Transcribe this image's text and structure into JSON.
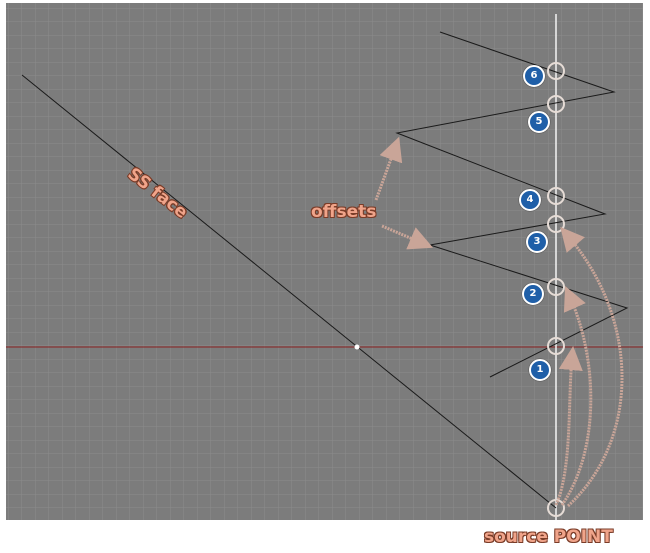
{
  "labels": {
    "face": "SS face",
    "offsets": "offsets",
    "source": "source POINT"
  },
  "markers": [
    "1",
    "2",
    "3",
    "4",
    "5",
    "6"
  ],
  "colors": {
    "viewport_bg": "#7c7c7c",
    "grid_line": "#8c8c8c",
    "axis_x": "#8a2020",
    "axis_y": "#f4f4f4",
    "annotation": "#f0a48a",
    "badge": "#1f5fa8"
  }
}
